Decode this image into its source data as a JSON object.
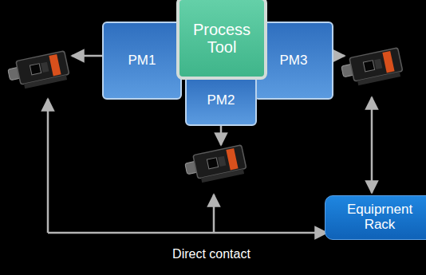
{
  "diagram": {
    "nodes": [
      {
        "text": [
          "PM1"
        ]
      },
      {
        "text": [
          "Process Tool"
        ]
      },
      {
        "text": [
          "PM3"
        ]
      },
      {
        "text": [
          "PM2"
        ]
      },
      {
        "text": [
          "Equiprnent Rack"
        ]
      }
    ],
    "labels": [
      "Direct contact"
    ]
  }
}
